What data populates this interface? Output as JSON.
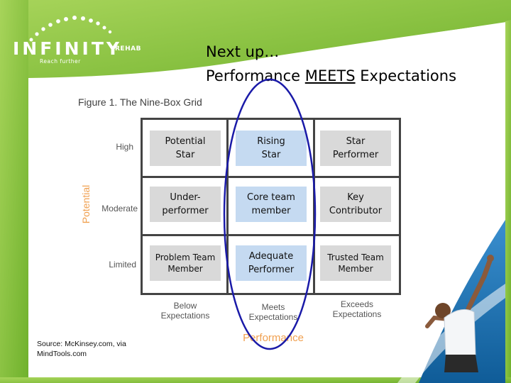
{
  "logo": {
    "word": "INFINITY",
    "sub": "REHAB",
    "tagline": "Reach further"
  },
  "slide": {
    "title_line1": "Next up…",
    "title_prefix": "Performance ",
    "title_emphasis": "MEETS",
    "title_suffix": " Expectations"
  },
  "figure": {
    "title": "Figure 1. The Nine-Box Grid",
    "y_axis": "Potential",
    "x_axis": "Performance",
    "rows": [
      "High",
      "Moderate",
      "Limited"
    ],
    "columns": [
      {
        "line1": "Below",
        "line2": "Expectations"
      },
      {
        "line1": "Meets",
        "line2": "Expectations"
      },
      {
        "line1": "Exceeds",
        "line2": "Expectations"
      }
    ],
    "cells": [
      [
        {
          "line1": "Potential",
          "line2": "Star"
        },
        {
          "line1": "Rising",
          "line2": "Star"
        },
        {
          "line1": "Star",
          "line2": "Performer"
        }
      ],
      [
        {
          "line1": "Under-",
          "line2": "performer"
        },
        {
          "line1": "Core team",
          "line2": "member"
        },
        {
          "line1": "Key",
          "line2": "Contributor"
        }
      ],
      [
        {
          "line1": "Problem Team",
          "line2": "Member"
        },
        {
          "line1": "Adequate",
          "line2": "Performer"
        },
        {
          "line1": "Trusted Team",
          "line2": "Member"
        }
      ]
    ],
    "source_line1": "Source: McKinsey.com, via",
    "source_line2": "MindTools.com"
  },
  "colors": {
    "brand_green": "#8dc63f",
    "blue_panel": "#1d74b4",
    "highlight_ellipse": "#1a1aa8",
    "axis_orange": "#f0a050",
    "cell_gray": "#d9d9d9",
    "cell_blue": "#c5daf1"
  },
  "icons": {
    "logo_arc": "dotted-arc-icon",
    "runner": "runner-figure"
  }
}
